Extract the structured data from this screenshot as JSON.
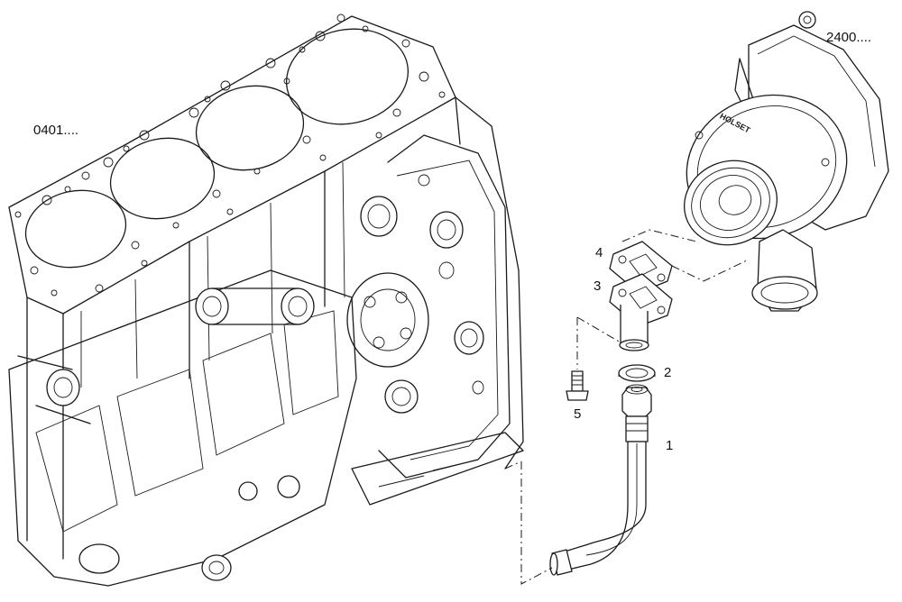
{
  "callouts": {
    "block_ref": "0401....",
    "turbo_ref": "2400....",
    "part_1": "1",
    "part_2": "2",
    "part_3": "3",
    "part_4": "4",
    "part_5": "5"
  },
  "turbo_brand": "HOLSET"
}
